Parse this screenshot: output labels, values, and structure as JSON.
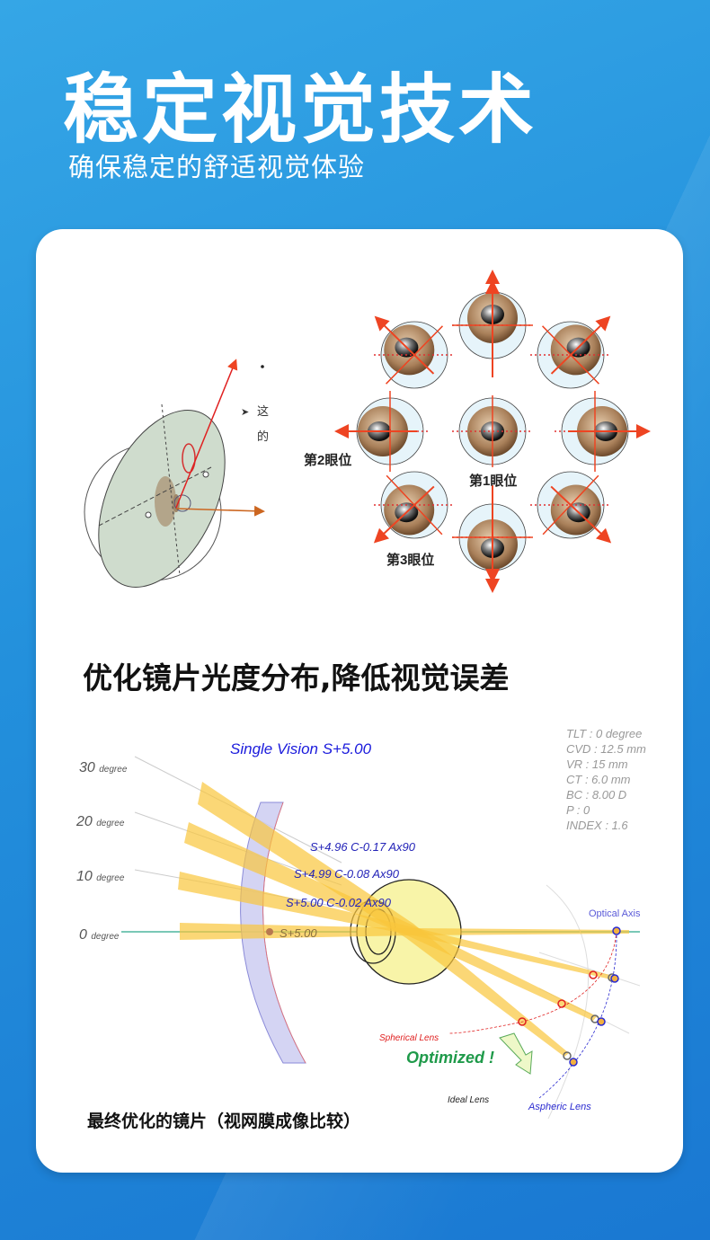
{
  "header": {
    "title": "稳定视觉技术",
    "subtitle": "确保稳定的舒适视觉体验"
  },
  "eye_diagram": {
    "labels": {
      "first": "第1眼位",
      "second": "第2眼位",
      "third": "第3眼位"
    },
    "fragment_text": [
      "这",
      "的"
    ]
  },
  "section": {
    "heading": "优化镜片光度分布,降低视觉误差",
    "caption": "最终优化的镜片（视网膜成像比较）"
  },
  "ray_diagram": {
    "title": "Single Vision  S+5.00",
    "angles": [
      {
        "num": "30",
        "unit": "degree"
      },
      {
        "num": "20",
        "unit": "degree"
      },
      {
        "num": "10",
        "unit": "degree"
      },
      {
        "num": "0",
        "unit": "degree"
      }
    ],
    "powers": [
      "S+4.96 C-0.17 Ax90",
      "S+4.99 C-0.08 Ax90",
      "S+5.00 C-0.02 Ax90",
      "S+5.00"
    ],
    "params": [
      "TLT : 0 degree",
      "CVD : 12.5 mm",
      "VR : 15 mm",
      "CT : 6.0 mm",
      "BC : 8.00 D",
      "P : 0",
      "INDEX : 1.6"
    ],
    "labels": {
      "optical_axis": "Optical Axis",
      "spherical": "Spherical Lens",
      "optimized": "Optimized !",
      "ideal": "Ideal Lens",
      "aspheric": "Aspheric Lens"
    },
    "colors": {
      "beam": "#f9c63c",
      "spherical": "#e02020",
      "aspheric": "#2a2ad0",
      "title": "#1a1adc",
      "optimized": "#1f9a4a"
    }
  }
}
